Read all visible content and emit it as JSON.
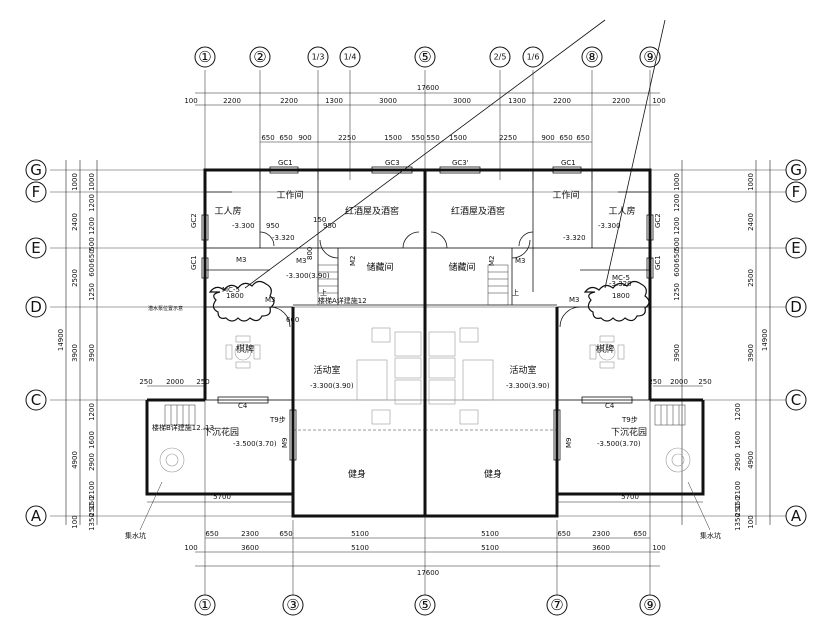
{
  "col_axes_top": [
    "①",
    "②",
    "1/3",
    "1/4",
    "⑤",
    "2/5",
    "1/6",
    "⑧",
    "⑨"
  ],
  "col_axes_bottom": [
    "①",
    "③",
    "⑤",
    "⑦",
    "⑨"
  ],
  "row_axes": [
    "G",
    "F",
    "E",
    "D",
    "C",
    "A"
  ],
  "dims": {
    "top_total": "17600",
    "top_row1": [
      "100",
      "2200",
      "2200",
      "1300",
      "3000",
      "3000",
      "1300",
      "2200",
      "2200",
      "100"
    ],
    "top_row2": [
      "650",
      "650",
      "900",
      "2250",
      "1500",
      "550",
      "550",
      "1500",
      "2250",
      "900",
      "650",
      "650"
    ],
    "bottom_row1": [
      "650",
      "2300",
      "650",
      "5100",
      "5100",
      "650",
      "2300",
      "650"
    ],
    "bottom_row2": [
      "100",
      "3600",
      "5100",
      "5100",
      "3600",
      "100"
    ],
    "bottom_total": "17600",
    "left_total": "14900",
    "left_segs": [
      "1000",
      "2400",
      "2500",
      "3900",
      "4900",
      "100"
    ],
    "left_inner": [
      "1000",
      "1200",
      "1200",
      "500",
      "650",
      "600",
      "1250",
      "3900",
      "1200",
      "1600",
      "2900",
      "2100",
      "150",
      "250",
      "1350"
    ],
    "right_total": "14900",
    "right_segs": [
      "1000",
      "2400",
      "2500",
      "3900",
      "4900",
      "100"
    ],
    "right_inner": [
      "1000",
      "1200",
      "1200",
      "500",
      "650",
      "600",
      "1250",
      "3900",
      "1200",
      "1600",
      "2900",
      "2100",
      "150",
      "250",
      "1350"
    ],
    "garden_width": "5700",
    "garden_offsets": [
      "250",
      "2000",
      "250"
    ]
  },
  "rooms": {
    "worker_room": "工人房",
    "work_room": "工作间",
    "wine_cellar": "红酒屋及酒窖",
    "storage": "储藏间",
    "chess": "棋牌",
    "activity": "活动室",
    "fitness": "健身",
    "sunken_garden": "下沉花园"
  },
  "levels": {
    "l1": "-3.300",
    "l2": "-3.320",
    "l3": "-3.300(3.90)",
    "l4": "-3.500(3.70)",
    "l5": "-3.320"
  },
  "tags": {
    "gc1": "GC1",
    "gc2": "GC2",
    "gc3": "GC3",
    "gc3p": "GC3'",
    "m2": "M2",
    "m3": "M3",
    "m9": "M9",
    "mc5": "MC-5",
    "c4": "C4",
    "up": "上",
    "d950": "950",
    "d800": "800",
    "d1800": "1800",
    "d150": "150",
    "d600": "600"
  },
  "notes": {
    "stair_a": "楼梯A详建施12",
    "stair_b": "楼梯B详建施12..13",
    "pump_left": "集水坑",
    "pump_right": "集水坑",
    "sump_note": "潜水泵位置示意",
    "step": "T9步"
  }
}
